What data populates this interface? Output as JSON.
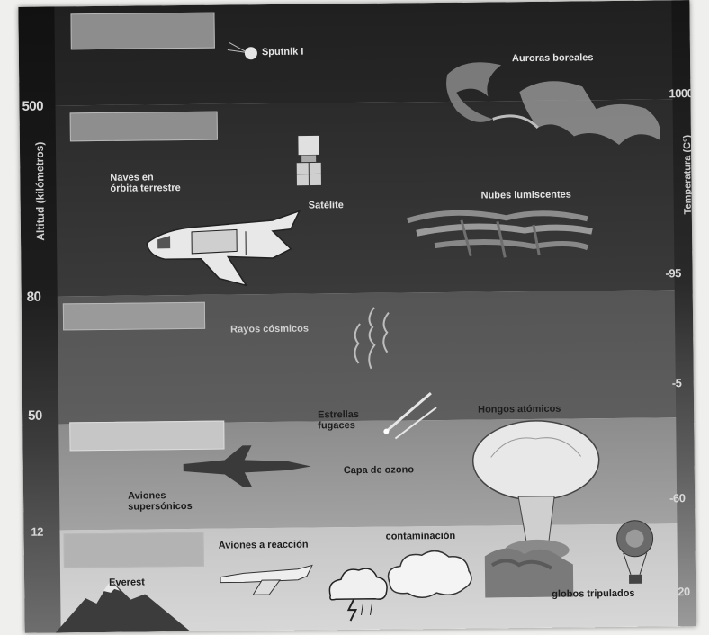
{
  "axes": {
    "left_title": "Altitud (kilómetros)",
    "right_title": "Temperatura (C°)",
    "altitude_ticks": [
      "500",
      "80",
      "50",
      "12"
    ],
    "temperature_ticks": [
      "1000",
      "-95",
      "-5",
      "-60",
      "20"
    ]
  },
  "labels": {
    "sputnik": "Sputnik I",
    "auroras": "Auroras boreales",
    "naves_line1": "Naves en",
    "naves_line2": "órbita terrestre",
    "satelite": "Satélite",
    "nubes": "Nubes lumiscentes",
    "rayos": "Rayos cósmicos",
    "estrellas_line1": "Estrellas",
    "estrellas_line2": "fugaces",
    "hongos": "Hongos atómicos",
    "capa": "Capa de ozono",
    "aviones_sup_line1": "Aviones",
    "aviones_sup_line2": "supersónicos",
    "aviones_reac": "Aviones a reacción",
    "contaminacion": "contaminación",
    "everest": "Everest",
    "globos": "globos tripulados"
  },
  "icons": [
    "satellite-icon",
    "spaceship-icon",
    "aurora-icon",
    "clouds-icon",
    "cosmic-rays-icon",
    "shooting-stars-icon",
    "fighter-jet-icon",
    "mushroom-cloud-icon",
    "airplane-icon",
    "storm-cloud-icon",
    "pollution-cloud-icon",
    "mountain-icon",
    "balloon-icon",
    "sputnik-icon"
  ]
}
